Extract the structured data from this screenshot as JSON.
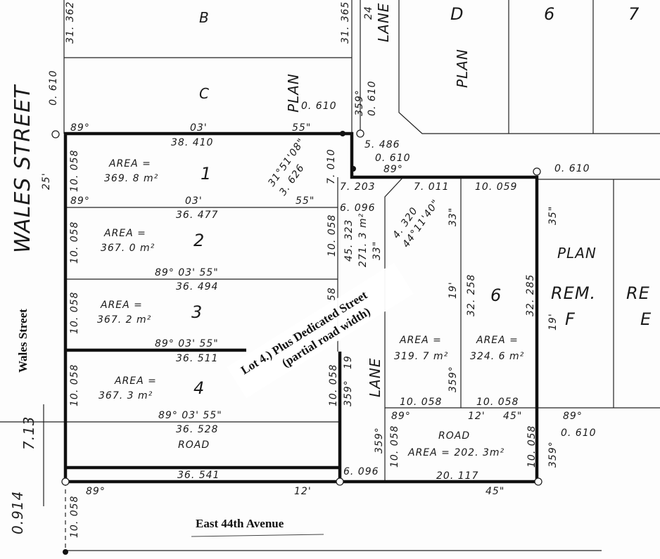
{
  "streets": {
    "wales_street": "WALES STREET",
    "wales_width": "25'",
    "wales_street_serif": "Wales Street",
    "east_44th": "East 44th Avenue",
    "lane_top": "LANE",
    "lane_mid": "LANE",
    "lane_top_width": "24"
  },
  "overlay": {
    "line1": "Lot 4.) Plus Dedicated Street",
    "line2": "(partial road width)"
  },
  "parcels": {
    "B": "B",
    "C": "C",
    "D": "D",
    "six_top": "6",
    "seven": "7",
    "plan_c": "PLAN",
    "plan_d": "PLAN",
    "plan_f": "PLAN",
    "rem_f": "REM.",
    "f": "F",
    "rem_e": "RE",
    "e": "E"
  },
  "lots": [
    {
      "num": "1",
      "area_label": "AREA =",
      "area": "369. 8 m²"
    },
    {
      "num": "2",
      "area_label": "AREA =",
      "area": "367. 0 m²"
    },
    {
      "num": "3",
      "area_label": "AREA =",
      "area": "367. 2 m²"
    },
    {
      "num": "4",
      "area_label": "AREA =",
      "area": "367. 3 m²"
    },
    {
      "num": "",
      "area_label": "AREA =",
      "area": "319. 7 m²"
    },
    {
      "num": "6",
      "area_label": "AREA =",
      "area": "324. 6 m²"
    }
  ],
  "road": {
    "left_label": "ROAD",
    "right_label": "ROAD",
    "right_area": "AREA = 202. 3m²",
    "lane_area": "271. 3 m²"
  },
  "dims": {
    "d31362": "31. 362",
    "d31365": "31. 365",
    "d0610a": "0. 610",
    "d0610b": "0. 610",
    "d0610c": "0. 610",
    "d0610d": "0. 610",
    "d0610e": "0. 610",
    "d0610f": "0. 610",
    "b359a": "359°",
    "b359b": "359°",
    "b359c": "359°",
    "b359d": "359°",
    "b359e": "359°",
    "b89a": "89°",
    "b03a": "03'",
    "b55a": "55\"",
    "d38410": "38. 410",
    "b89b": "89°",
    "b03b": "03'",
    "b55b": "55\"",
    "d36477": "36. 477",
    "b_row3": "89° 03' 55\"",
    "d36494": "36. 494",
    "b_row4": "89° 03' 55\"",
    "d36511": "36. 511",
    "b_row5": "89° 03' 55\"",
    "d36528": "36. 528",
    "d36541": "36. 541",
    "d10058_1": "10. 058",
    "d10058_2": "10. 058",
    "d10058_3": "10. 058",
    "d10058_4": "10. 058",
    "d10058_r2": "10. 058",
    "d10058_r3": "58",
    "d10058_r4": "10. 058",
    "d5486": "5. 486",
    "b89c": "89°",
    "d7203": "7. 203",
    "d7010": "7. 010",
    "d6096a": "6. 096",
    "d7011": "7. 011",
    "d10059": "10. 059",
    "d45323": "45. 323",
    "b33a": "33\"",
    "b33b": "33\"",
    "diag_a": "31°51'08\"",
    "diag_b": "3. 626",
    "diag_c": "4. 320",
    "diag_d": "44°11'40\"",
    "b35": "35\"",
    "b19a": "19'",
    "b19b": "19'",
    "b19c": "19",
    "d32258": "32. 258",
    "d32285": "32. 285",
    "d10058_5": "10. 058",
    "d10058_6": "10. 058",
    "b89d": "89°",
    "b12a": "12'",
    "b45a": "45\"",
    "b89e": "89°",
    "d10058_rl": "10. 058",
    "d10058_rr": "10. 058",
    "d6096b": "6. 096",
    "d20117": "20. 117",
    "b89f": "89°",
    "b12b": "12'",
    "b45b": "45\"",
    "d10058_bottom": "10. 058"
  },
  "handwritten": {
    "h1": "7.13",
    "h2": "0.914"
  }
}
